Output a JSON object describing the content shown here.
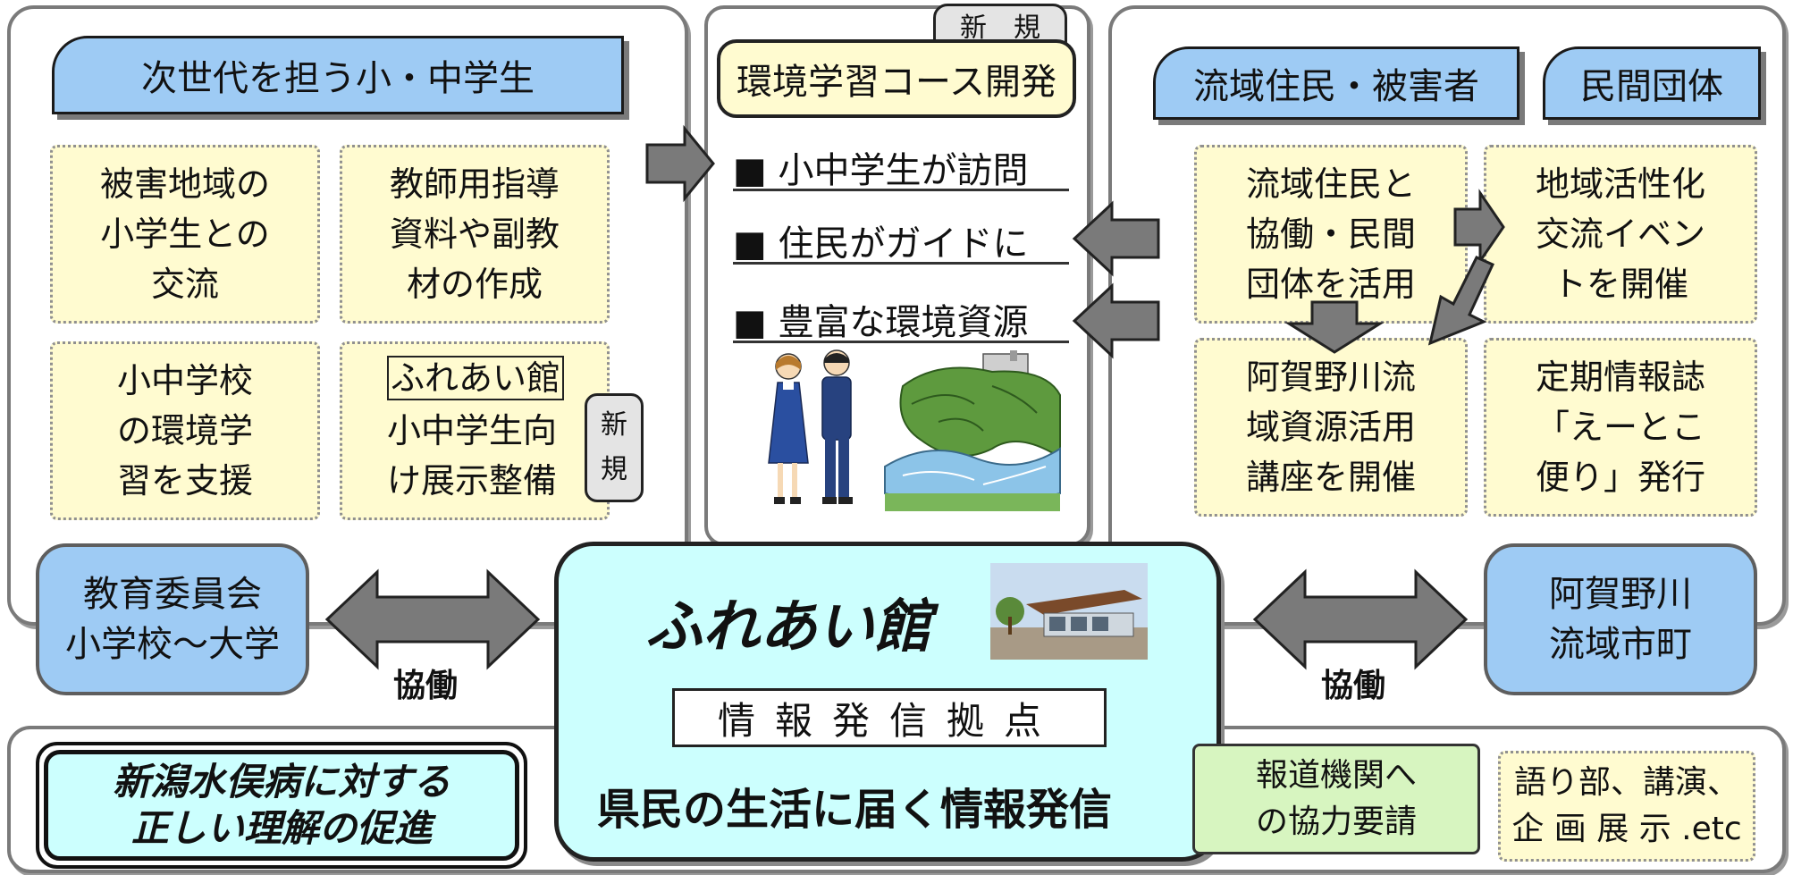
{
  "left_panel": {
    "header": "次世代を担う小・中学生",
    "boxes": [
      {
        "lines": [
          "被害地域の",
          "小学生との",
          "交流"
        ]
      },
      {
        "lines": [
          "教師用指導",
          "資料や副教",
          "材の作成"
        ]
      },
      {
        "lines": [
          "小中学校",
          "の環境学",
          "習を支援"
        ]
      },
      {
        "lines": [
          "ふれあい館",
          "小中学生向",
          "け展示整備"
        ]
      }
    ],
    "new_badge": "新 規"
  },
  "center_panel": {
    "new_badge": "新　規",
    "title": "環境学習コース開発",
    "items": [
      "■ 小中学生が訪問",
      "■ 住民がガイドに",
      "■ 豊富な環境資源"
    ]
  },
  "right_panel": {
    "headers": [
      "流域住民・被害者",
      "民間団体"
    ],
    "boxes": [
      {
        "lines": [
          "流域住民と",
          "協働・民間",
          "団体を活用"
        ]
      },
      {
        "lines": [
          "地域活性化",
          "交流イベン",
          "トを開催"
        ]
      },
      {
        "lines": [
          "阿賀野川流",
          "域資源活用",
          "講座を開催"
        ]
      },
      {
        "lines": [
          "定期情報誌",
          "「えーとこ",
          "便り」発行"
        ]
      }
    ]
  },
  "partners": {
    "left": {
      "lines": [
        "教育委員会",
        "小学校～大学"
      ]
    },
    "right": {
      "lines": [
        "阿賀野川",
        "流域市町"
      ]
    },
    "collab_label": "協働"
  },
  "hub": {
    "title": "ふれあい館",
    "role": "情報発信拠点",
    "tagline": "県民の生活に届く情報発信"
  },
  "bottom": {
    "goal": {
      "lines": [
        "新潟水俣病に対する",
        "正しい理解の促進"
      ]
    },
    "media": {
      "lines": [
        "報道機関へ",
        "の協力要請"
      ]
    },
    "events": {
      "lines": [
        "語り部、講演、",
        "企 画 展 示 .etc"
      ]
    }
  },
  "colors": {
    "tab_blue": "#9ecbf4",
    "box_yellow": "#fffbd0",
    "hub_cyan": "#ccfffe",
    "media_green": "#d7f5c0",
    "arrow_gray": "#7a7a7a"
  }
}
